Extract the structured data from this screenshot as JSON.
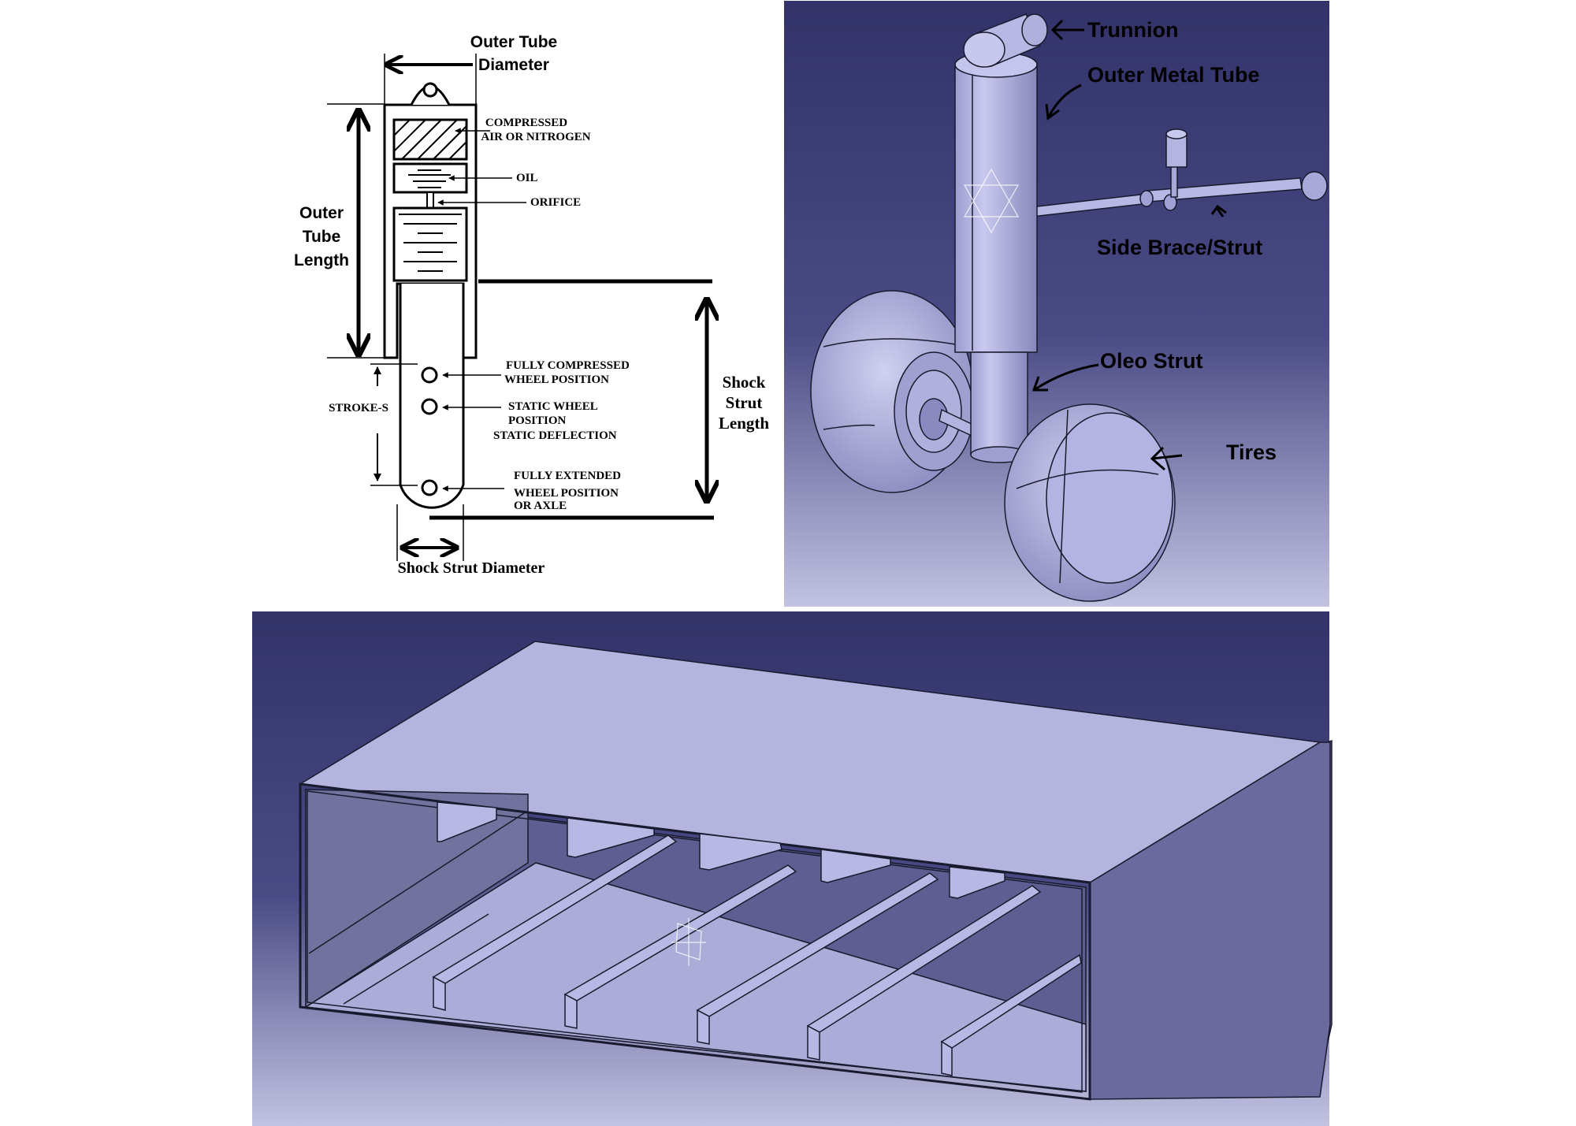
{
  "schematic": {
    "outer_tube_diameter": [
      "Outer Tube",
      "Diameter"
    ],
    "outer_tube_length": [
      "Outer",
      "Tube",
      "Length"
    ],
    "compressed_air": [
      "COMPRESSED",
      "AIR OR NITROGEN"
    ],
    "oil": "OIL",
    "orifice": "ORIFICE",
    "fully_compressed": [
      "FULLY COMPRESSED",
      "WHEEL POSITION"
    ],
    "stroke": "STROKE-S",
    "static_wheel": [
      "STATIC WHEEL",
      "POSITION",
      "STATIC DEFLECTION"
    ],
    "fully_extended": [
      "FULLY EXTENDED",
      "WHEEL POSITION",
      "OR AXLE"
    ],
    "shock_strut_length": [
      "Shock",
      "Strut",
      "Length"
    ],
    "shock_strut_diameter": "Shock Strut Diameter"
  },
  "gear_model": {
    "trunnion": "Trunnion",
    "outer_metal_tube": "Outer Metal Tube",
    "side_brace": "Side Brace/Strut",
    "oleo_strut": "Oleo Strut",
    "tires": "Tires"
  },
  "colors": {
    "cad_bg_top": "#35356a",
    "cad_bg_bottom": "#b8b8dc",
    "part_fill": "#b4b4e0",
    "part_shade": "#8a8ac0",
    "edge": "#1a1a2e"
  }
}
